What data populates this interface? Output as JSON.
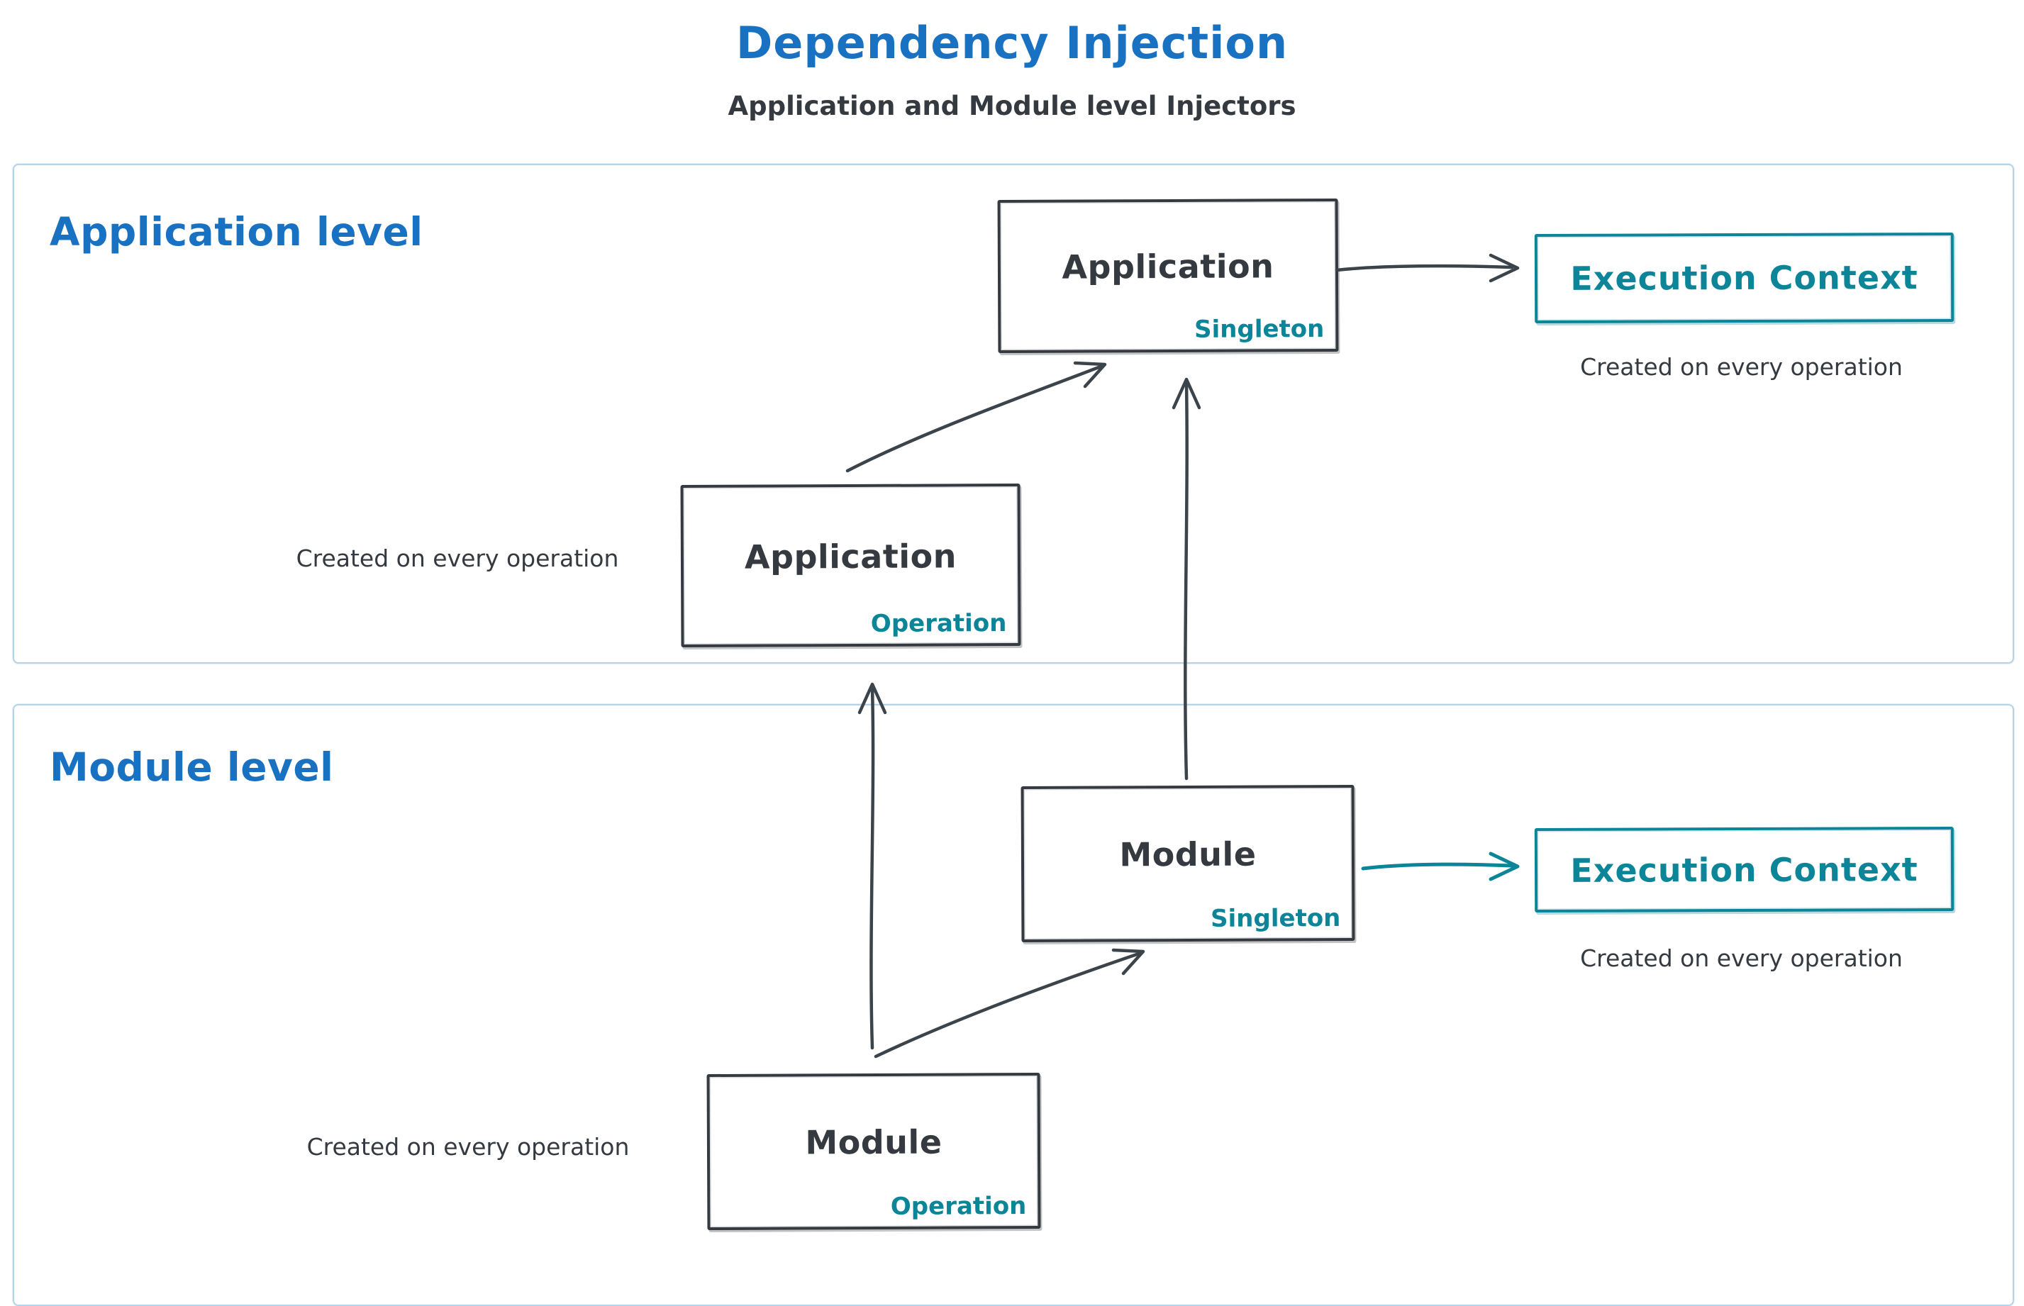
{
  "title": "Dependency Injection",
  "subtitle": "Application and Module level Injectors",
  "colors": {
    "blue": "#1971c2",
    "teal": "#0c8599",
    "dark": "#343a40",
    "frame_border": "#b3d4ea"
  },
  "app": {
    "label": "Application level",
    "singleton": {
      "title": "Application",
      "tag": "Singleton"
    },
    "operation": {
      "title": "Application",
      "tag": "Operation"
    },
    "operation_caption": "Created on every operation",
    "execution": {
      "label": "Execution Context",
      "caption": "Created on every operation"
    }
  },
  "module": {
    "label": "Module level",
    "singleton": {
      "title": "Module",
      "tag": "Singleton"
    },
    "operation": {
      "title": "Module",
      "tag": "Operation"
    },
    "operation_caption": "Created on every operation",
    "execution": {
      "label": "Execution Context",
      "caption": "Created on every operation"
    }
  }
}
